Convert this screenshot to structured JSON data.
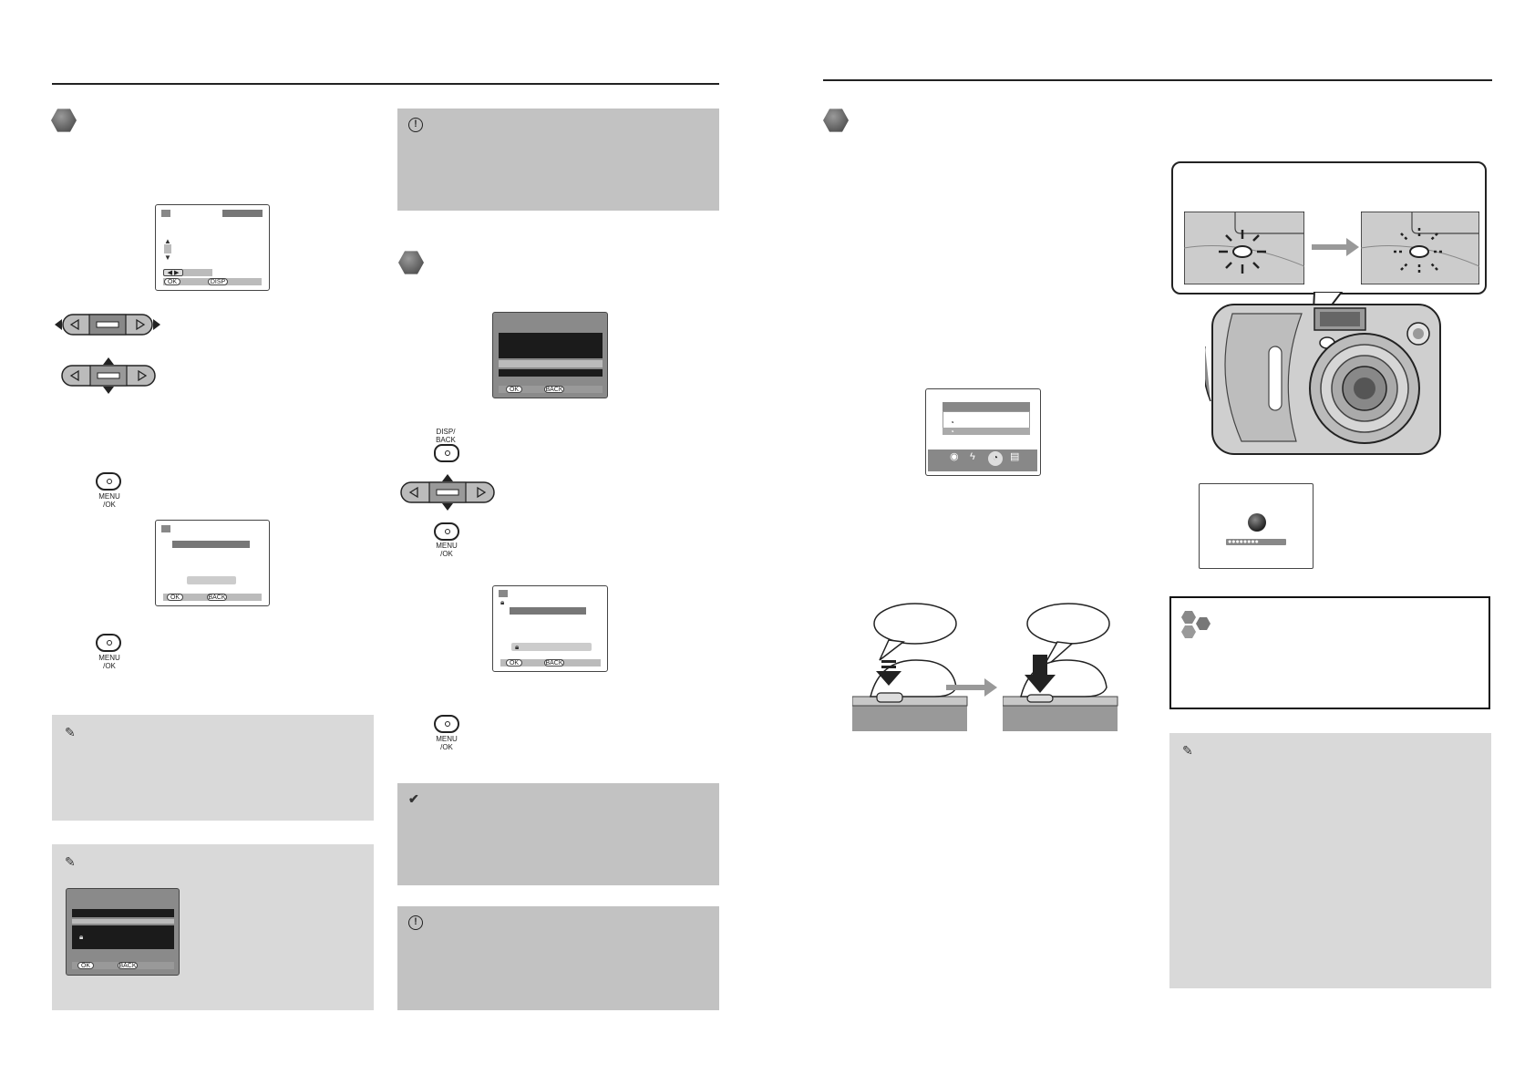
{
  "lcd": {
    "ok_label": "OK",
    "back_label": "BACK",
    "disp_label": "DISP"
  },
  "buttons": {
    "menu_ok_line1": "MENU",
    "menu_ok_line2": "/OK",
    "disp_back_line1": "DISP/",
    "disp_back_line2": "BACK"
  },
  "icons": {
    "caution": "exclamation-circle-icon",
    "memo": "memo-pad-icon",
    "check": "checkmark-icon",
    "step": "hexagon-step-icon"
  },
  "colors": {
    "caution_box": "#c2c2c2",
    "memo_box": "#d9d9d9",
    "rule": "#222222"
  }
}
